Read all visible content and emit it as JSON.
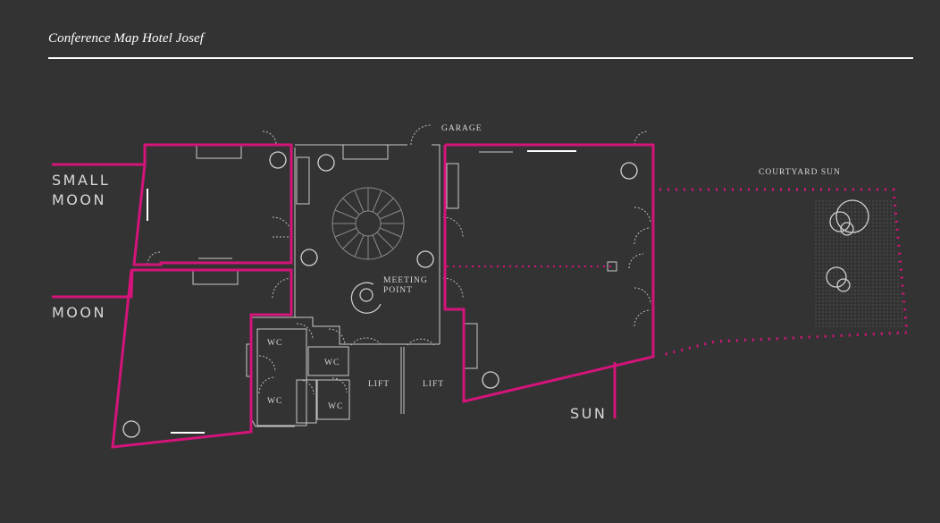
{
  "header": {
    "title": "Conference Map Hotel Josef"
  },
  "rooms": {
    "small_moon": "SMALL MOON",
    "small_moon_line1": "SMALL",
    "small_moon_line2": "MOON",
    "moon": "MOON",
    "sun": "SUN",
    "courtyard_sun": "COURTYARD SUN"
  },
  "labels": {
    "garage": "GARAGE",
    "meeting_point_line1": "MEETING",
    "meeting_point_line2": "POINT",
    "wc": "WC",
    "lift": "LIFT"
  },
  "colors": {
    "background": "#333333",
    "room_outline": "#d4147a",
    "walls": "#c9c9c9",
    "text": "#ffffff"
  }
}
